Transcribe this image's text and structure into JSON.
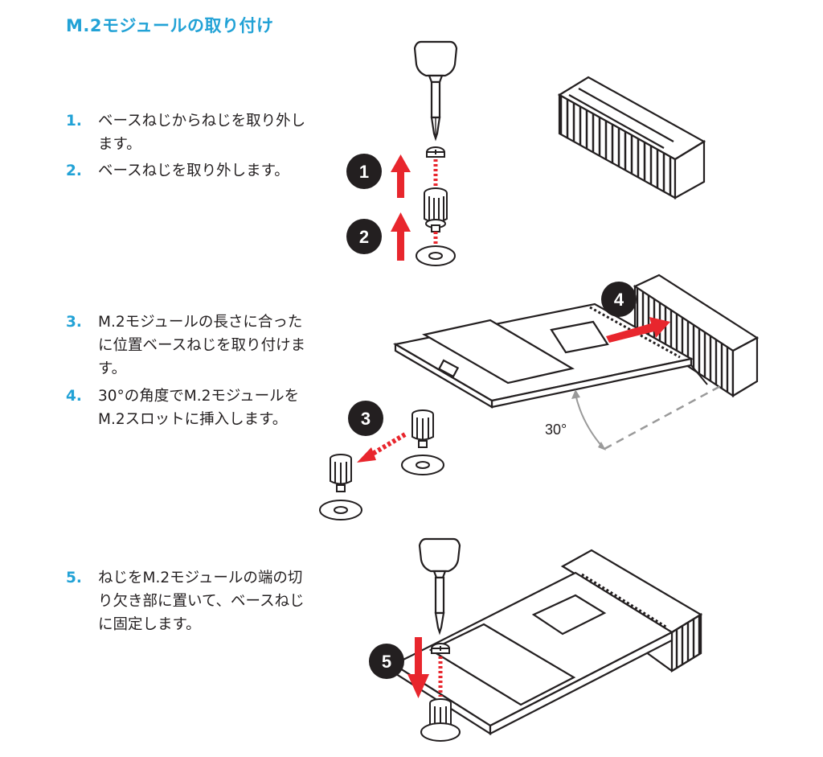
{
  "title": "M.2モジュールの取り付け",
  "steps": [
    {
      "num": "1.",
      "text": "ベースねじからねじを取り外します。"
    },
    {
      "num": "2.",
      "text": "ベースねじを取り外します。"
    },
    {
      "num": "3.",
      "text": "M.2モジュールの長さに合ったに位置ベースねじを取り付けます。"
    },
    {
      "num": "4.",
      "text": "30°の角度でM.2モジュールをM.2スロットに挿入します。"
    },
    {
      "num": "5.",
      "text": "ねじをM.2モジュールの端の切り欠き部に置いて、ベースねじに固定します。"
    }
  ],
  "figure": {
    "badges": [
      "1",
      "2",
      "3",
      "4",
      "5"
    ],
    "angle_label": "30°"
  },
  "colors": {
    "accent": "#22a2d6",
    "arrow": "#e8262d",
    "badge": "#231f20"
  }
}
